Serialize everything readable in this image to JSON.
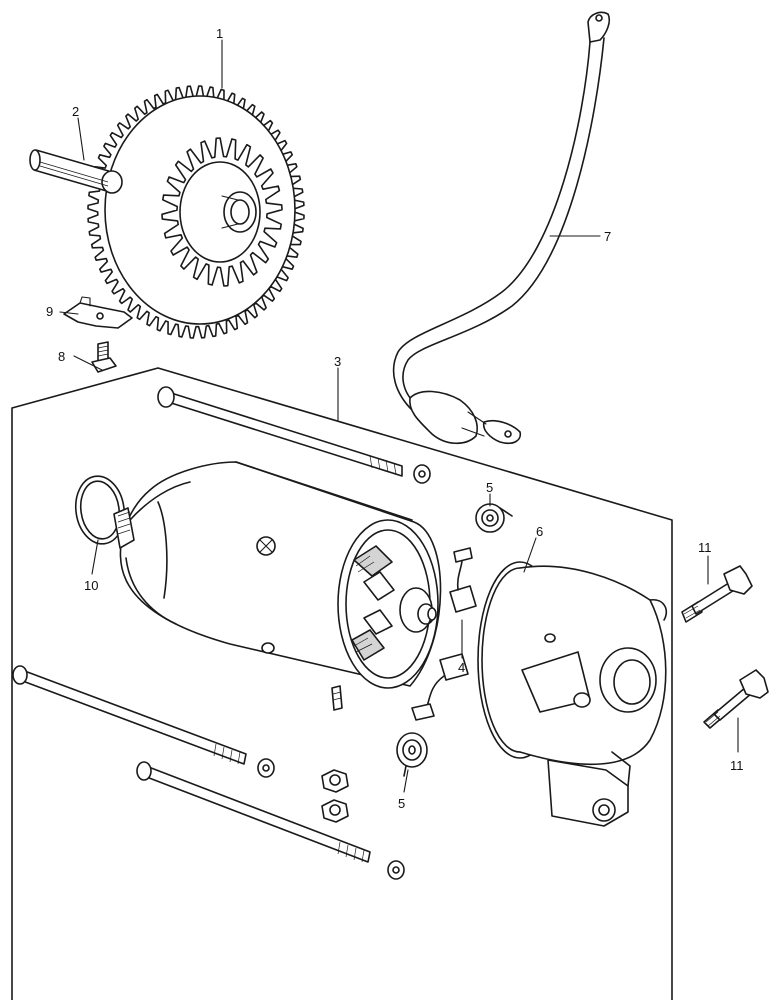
{
  "diagram": {
    "labels": {
      "drive_gear": "1",
      "gear_shaft": "2",
      "through_bolt": "3",
      "brush": "4",
      "brush_spring_upper": "5",
      "brush_spring_lower": "5",
      "rear_cover": "6",
      "starter_cable": "7",
      "gear_bolt": "8",
      "lock_plate": "9",
      "o_ring": "10",
      "mount_bolt_upper": "11",
      "mount_bolt_lower": "11"
    }
  }
}
